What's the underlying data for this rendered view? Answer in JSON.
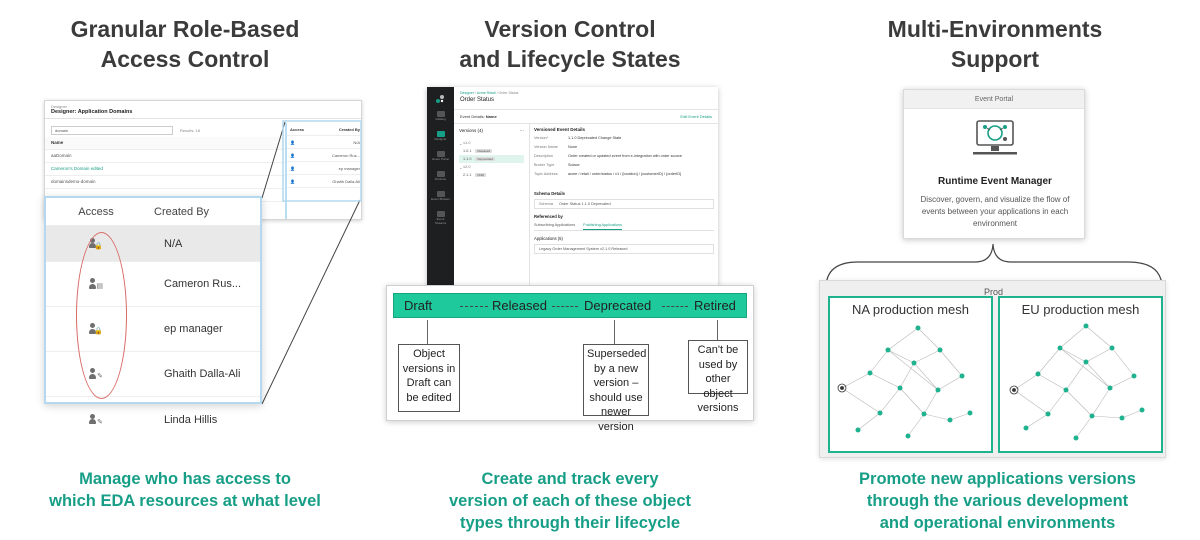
{
  "columns": [
    {
      "title_line1": "Granular Role-Based",
      "title_line2": "Access Control",
      "bottom_line1": "Manage who has access to",
      "bottom_line2": "which EDA resources at what level"
    },
    {
      "title_line1": "Version Control",
      "title_line2": "and Lifecycle States",
      "bottom_line1": "Create and track every",
      "bottom_line2": "version of each of these object",
      "bottom_line3": "types through their lifecycle"
    },
    {
      "title_line1": "Multi-Environments",
      "title_line2": "Support",
      "bottom_line1": "Promote new applications versions",
      "bottom_line2": "through the various development",
      "bottom_line3": "and operational environments"
    }
  ],
  "access_panel": {
    "app_label": "Designer",
    "page_title_prefix": "Designer: ",
    "page_title": "Application Domains",
    "search_value": "domain",
    "results": "Results: 18",
    "table_headers": {
      "name": "Name",
      "access": "Access",
      "created_by": "Created By"
    },
    "rows": [
      {
        "name": "aaDomain",
        "link": false,
        "access_icon": "user-lock-icon",
        "created_by": "N/A"
      },
      {
        "name": "Cameron's Domain edited",
        "link": true,
        "access_icon": "user-doc-icon",
        "created_by": "Cameron Rus..."
      },
      {
        "name": "domainsdemo-domain",
        "link": false,
        "access_icon": "user-lock-icon",
        "created_by": "ep manager"
      },
      {
        "name": "",
        "link": false,
        "access_icon": "user-edit-icon",
        "created_by": "Ghaith Dalla-Ali"
      },
      {
        "name": "",
        "link": false,
        "access_icon": "user-edit-icon",
        "created_by": "Linda Hillis"
      }
    ]
  },
  "version_screen": {
    "breadcrumb": [
      "Designer",
      "Acme Retail",
      "Order Status"
    ],
    "title": "Order Status",
    "sub_title": "Event Details: ",
    "sub_title_name": "Name",
    "edit_link": "Edit Event Details",
    "versions_header": "Versions (4)",
    "version_groups": [
      {
        "label": "v1.0",
        "versions": [
          {
            "v": "1.0.1",
            "state": "Released",
            "selected": false
          },
          {
            "v": "1.1.0",
            "state": "Deprecated",
            "selected": true
          }
        ]
      },
      {
        "label": "v2.0",
        "versions": [
          {
            "v": "2.1.1",
            "state": "Draft",
            "selected": false
          }
        ]
      }
    ],
    "details_header": "Versioned Event Details",
    "details": [
      {
        "k": "Version*",
        "v": "1.1.0  Deprecated   Change State"
      },
      {
        "k": "Version Name",
        "v": "None"
      },
      {
        "k": "Description",
        "v": "Order created or updated event from e-integration with order source"
      },
      {
        "k": "Broker Type",
        "v": "Solace"
      },
      {
        "k": "Topic Address",
        "v": "acme / retail / order/status / v1 / {location} / {customerID} / {orderID}"
      }
    ],
    "schema_header": "Schema Details",
    "schema_label": "Schema",
    "schema_value": "Order Status  1.1.0  Deprecated",
    "referenced_header": "Referenced by",
    "tabs": [
      "Subscribing Applications",
      "Publishing Applications"
    ],
    "apps_header": "Applications (5)",
    "app_row": "Legacy Order Management System  v2.1.0  Released",
    "rail_items": [
      "Catalog",
      "Designer",
      "Event Portal",
      "Runtime",
      "Event Brokers",
      "Event Streams"
    ]
  },
  "lifecycle": {
    "states": [
      "Draft",
      "Released",
      "Deprecated",
      "Retired"
    ],
    "notes": [
      "Object versions in Draft can be edited",
      "Superseded by a new version – should use newer version",
      "Can't be used by other object versions"
    ]
  },
  "runtime_card": {
    "caption": "Event Portal",
    "icon": "monitor-network-icon",
    "name": "Runtime Event Manager",
    "description": "Discover, govern, and visualize the flow of events between your applications in each environment"
  },
  "environment": {
    "label": "Prod",
    "meshes": [
      "NA production mesh",
      "EU production mesh"
    ]
  },
  "colors": {
    "accent": "#179e86",
    "lifecycle_bar": "#1ec99b",
    "oval": "#d96a66"
  }
}
